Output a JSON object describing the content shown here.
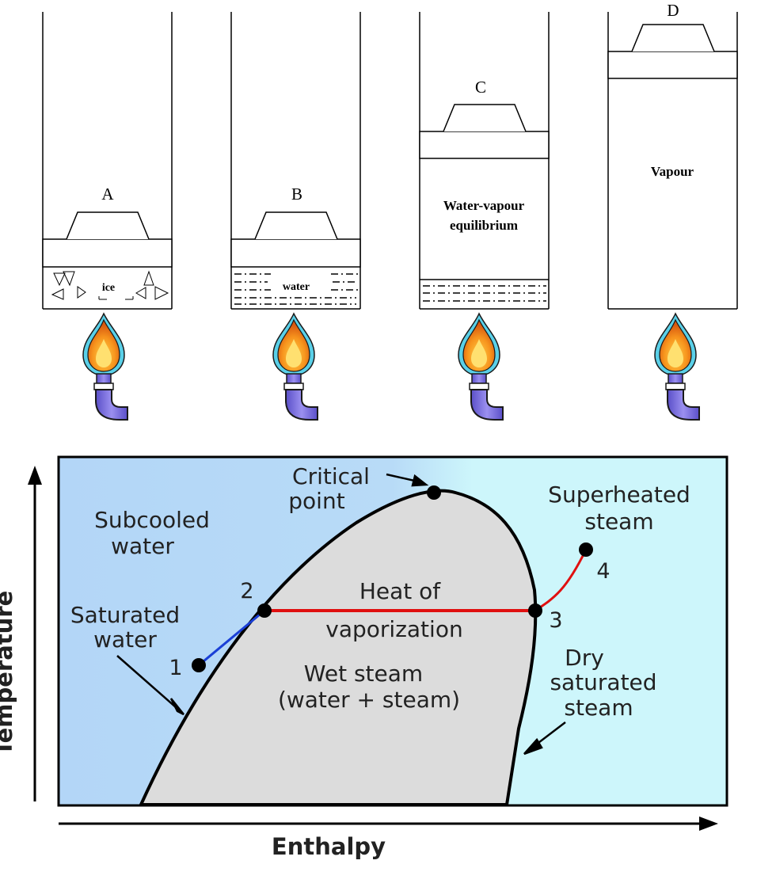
{
  "cylinders": [
    {
      "label": "A",
      "content": "ice"
    },
    {
      "label": "B",
      "content": "water"
    },
    {
      "label": "C",
      "content_line1": "Water-vapour",
      "content_line2": "equilibrium"
    },
    {
      "label": "D",
      "content": "Vapour"
    }
  ],
  "chart": {
    "xlabel": "Enthalpy",
    "ylabel": "Temperature",
    "regions": {
      "subcooled_line1": "Subcooled",
      "subcooled_line2": "water",
      "superheated_line1": "Superheated",
      "superheated_line2": "steam",
      "wet_line1": "Wet steam",
      "wet_line2": "(water + steam)"
    },
    "annotations": {
      "critical_line1": "Critical",
      "critical_line2": "point",
      "heat_line1": "Heat of",
      "heat_line2": "vaporization",
      "saturated_line1": "Saturated",
      "saturated_line2": "water",
      "dry_line1": "Dry",
      "dry_line2": "saturated",
      "dry_line3": "steam"
    },
    "points": [
      "1",
      "2",
      "3",
      "4"
    ],
    "colors": {
      "subcooled_bg": "#b3d6f7",
      "superheated_bg": "#cdf6fb",
      "dome": "#dcdcdc",
      "heating_line": "#e01010",
      "subcooled_line": "#1a3fd6",
      "flame_outer": "#f7941d",
      "flame_inner": "#ffe070",
      "burner": "#7b6fe0"
    }
  }
}
